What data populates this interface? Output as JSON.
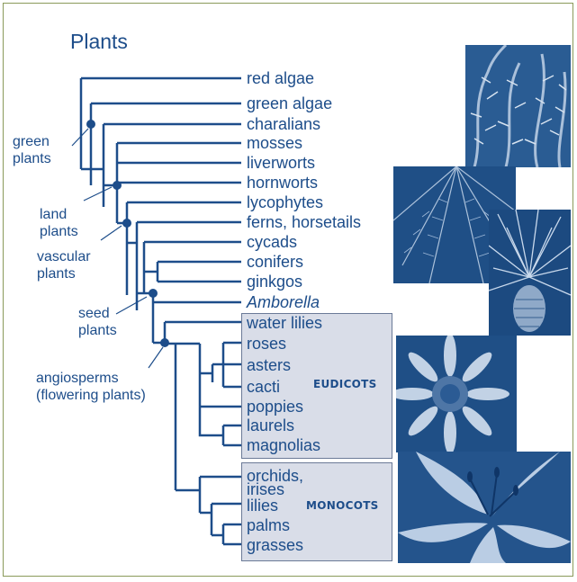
{
  "title": "Plants",
  "taxa": [
    {
      "label": "red algae"
    },
    {
      "label": "green algae"
    },
    {
      "label": "charalians"
    },
    {
      "label": "mosses"
    },
    {
      "label": "liverworts"
    },
    {
      "label": "hornworts"
    },
    {
      "label": "lycophytes"
    },
    {
      "label": "ferns, horsetails"
    },
    {
      "label": "cycads"
    },
    {
      "label": "conifers"
    },
    {
      "label": "ginkgos"
    },
    {
      "label": "Amborella"
    },
    {
      "label": "water lilies"
    },
    {
      "label": "roses"
    },
    {
      "label": "asters"
    },
    {
      "label": "cacti"
    },
    {
      "label": "poppies"
    },
    {
      "label": "laurels"
    },
    {
      "label": "magnolias"
    },
    {
      "label": "orchids,"
    },
    {
      "label": "irises"
    },
    {
      "label": "lilies"
    },
    {
      "label": "palms"
    },
    {
      "label": "grasses"
    }
  ],
  "groups": {
    "green_plants": [
      "green",
      "plants"
    ],
    "land_plants": [
      "land",
      "plants"
    ],
    "vascular_plants": [
      "vascular",
      "plants"
    ],
    "seed_plants": [
      "seed",
      "plants"
    ],
    "angiosperms": [
      "angiosperms",
      "(flowering plants)"
    ]
  },
  "boxes": {
    "eudicots": "EUDICOTS",
    "monocots": "MONOCOTS"
  },
  "colors": {
    "tree": "#1d4d8a",
    "box_fill": "#d9dde8",
    "photo_dark": "#1f4f86",
    "photo_light": "#b8cbe2"
  },
  "photos": [
    "algae-photo",
    "fern-photo",
    "pine-photo",
    "flower-photo",
    "lily-photo"
  ]
}
